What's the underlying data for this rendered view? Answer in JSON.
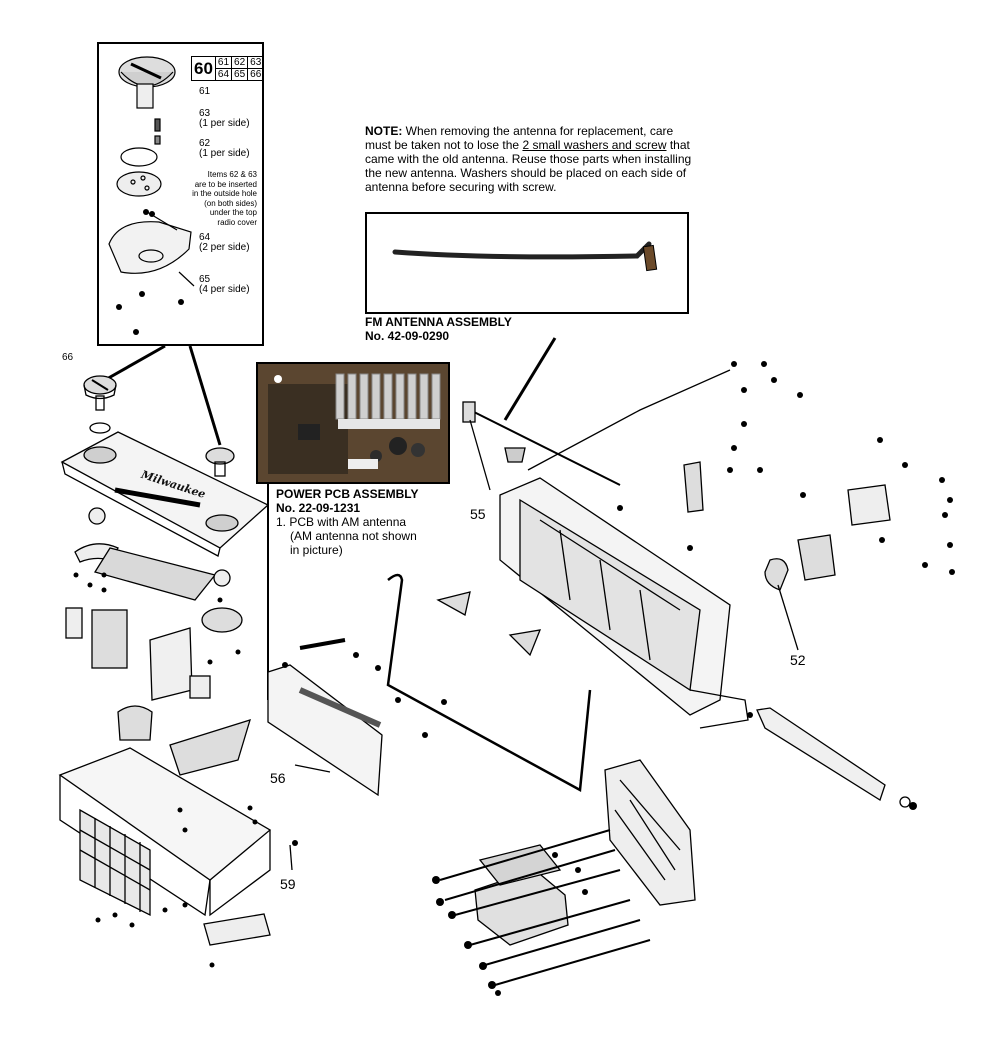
{
  "inset_top": {
    "group_label": "60",
    "group_parts": [
      "61",
      "62",
      "63",
      "64",
      "65",
      "66"
    ],
    "callouts": {
      "p61": "61",
      "p63": "63",
      "p63_note": "(1 per side)",
      "p62": "62",
      "p62_note": "(1 per side)",
      "items_note": [
        "Items 62 & 63",
        "are to be inserted",
        "in the outside hole",
        "(on both sides)",
        "under the top",
        "radio cover"
      ],
      "p64": "64",
      "p64_note": "(2 per side)",
      "p65": "65",
      "p65_note": "(4 per side)"
    }
  },
  "note": {
    "prefix": "NOTE:",
    "text_1": " When removing the antenna for replacement, care must be taken not to lose the ",
    "underlined": "2 small washers and screw",
    "text_2": " that came with the old antenna. Reuse those parts when installing the new antenna. Washers should be placed on each side of antenna before securing with screw."
  },
  "fm_antenna": {
    "title": "FM ANTENNA ASSEMBLY",
    "number": "No. 42-09-0290"
  },
  "power_pcb": {
    "title": "POWER PCB ASSEMBLY",
    "number": "No. 22-09-1231",
    "line1": "1. PCB with AM antenna",
    "line2": "(AM antenna not shown",
    "line3": "in picture)"
  },
  "callouts": {
    "c66": "66",
    "c55": "55",
    "c52": "52",
    "c56": "56",
    "c59": "59"
  },
  "brand_mark": "Milwaukee"
}
